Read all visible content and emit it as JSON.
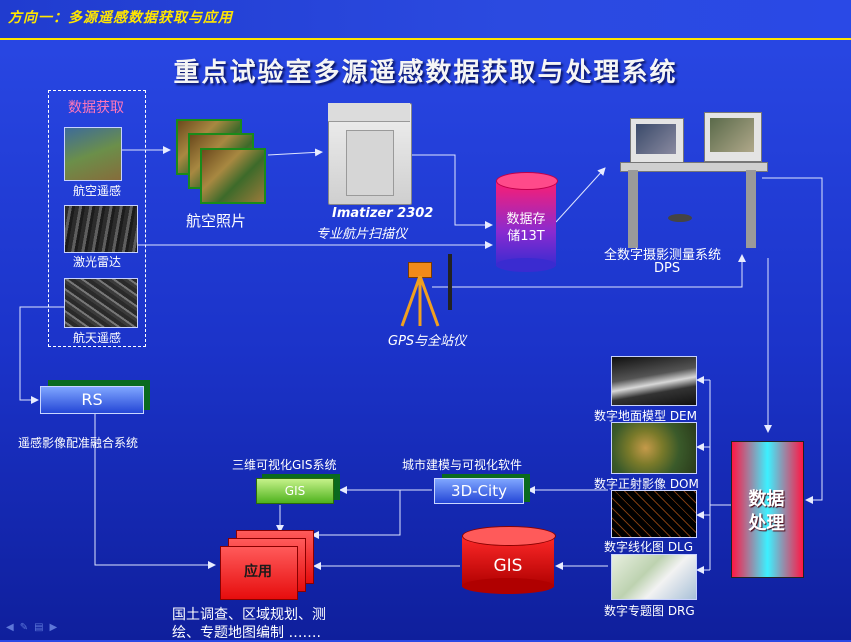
{
  "banner": {
    "text": "方向一：多源遥感数据获取与应用"
  },
  "title": "重点试验室多源遥感数据获取与处理系统",
  "acquisition": {
    "title": "数据获取",
    "items": [
      "航空遥感",
      "激光雷达",
      "航天遥感"
    ]
  },
  "aerial_photo": "航空照片",
  "scanner": {
    "model": "Imatizer 2302",
    "desc": "专业航片扫描仪"
  },
  "storage": {
    "line1": "数据存",
    "line2": "储13T"
  },
  "gps_station": "GPS与全站仪",
  "dps": {
    "line1": "全数字摄影测量系统",
    "line2": "DPS"
  },
  "rs": {
    "box": "RS",
    "caption": "遥感影像配准融合系统"
  },
  "products": [
    {
      "label": "数字地面模型 DEM"
    },
    {
      "label": "数字正射影像 DOM"
    },
    {
      "label": "数字线化图  DLG"
    },
    {
      "label": "数字专题图  DRG"
    }
  ],
  "processing": {
    "line1": "数据",
    "line2": "处理"
  },
  "gis3d": {
    "caption": "三维可视化GIS系统",
    "box": "GIS"
  },
  "city": {
    "caption": "城市建模与可视化软件",
    "box": "3D-City"
  },
  "gis_db": "GIS",
  "application": {
    "box": "应用",
    "line1": "国土调查、区域规划、测",
    "line2": "绘、专题地图编制 ……."
  }
}
